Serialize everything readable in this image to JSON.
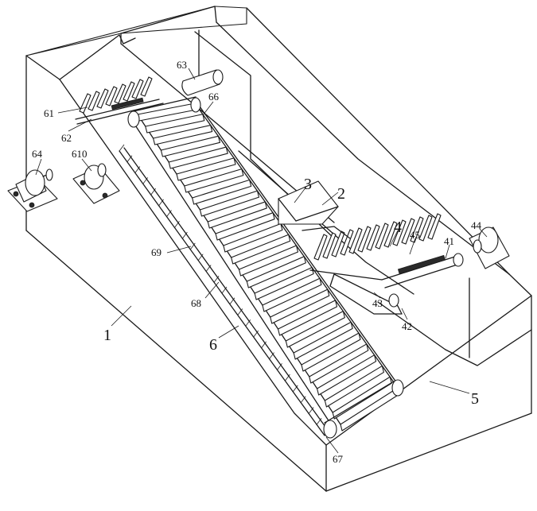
{
  "labels": {
    "l1": "1",
    "l2": "2",
    "l3": "3",
    "l4": "4",
    "l5": "5",
    "l6": "6",
    "l41": "41",
    "l42": "42",
    "l43": "43",
    "l44": "44",
    "l45": "45",
    "l61": "61",
    "l62": "62",
    "l63": "63",
    "l64": "64",
    "l66": "66",
    "l67": "67",
    "l68": "68",
    "l69": "69",
    "l610": "610"
  },
  "colors": {
    "line": "#1a1a1a",
    "background": "#ffffff"
  }
}
